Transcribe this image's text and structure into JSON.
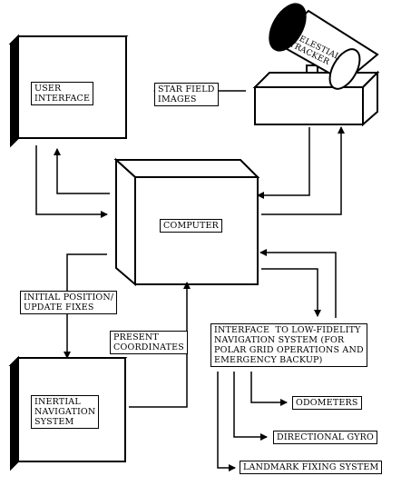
{
  "blocks": {
    "user_interface": "USER\nINTERFACE",
    "computer": "COMPUTER",
    "inertial_navigation_system": "INERTIAL\nNAVIGATION\nSYSTEM",
    "celestial_tracker": "CELESTIAL\nTRACKER"
  },
  "flows": {
    "star_field_images": "STAR FIELD\nIMAGES",
    "initial_position": "INITIAL POSITION/\nUPDATE FIXES",
    "present_coordinates": "PRESENT\nCOORDINATES"
  },
  "low_fidelity_interface": "INTERFACE  TO LOW-FIDELITY\nNAVIGATION SYSTEM (FOR\nPOLAR GRID OPERATIONS AND\nEMERGENCY BACKUP)",
  "low_fidelity_components": [
    "ODOMETERS",
    "DIRECTIONAL GYRO",
    "LANDMARK FIXING SYSTEM"
  ],
  "colors": {
    "ink": "#000000",
    "paper": "#ffffff"
  }
}
